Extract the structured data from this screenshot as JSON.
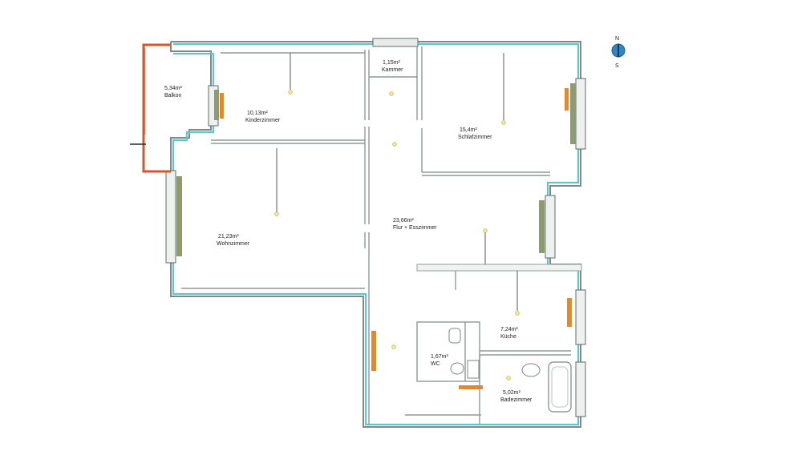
{
  "compass": {
    "north": "N",
    "south": "S"
  },
  "rooms": [
    {
      "id": "balkon",
      "area": "5,34m²",
      "name": "Balkon"
    },
    {
      "id": "kinderzimmer",
      "area": "10,13m²",
      "name": "Kinderzimmer"
    },
    {
      "id": "kammer",
      "area": "1,15m²",
      "name": "Kammer"
    },
    {
      "id": "schlafzimmer",
      "area": "15,4m²",
      "name": "Schlafzimmer"
    },
    {
      "id": "wohnzimmer",
      "area": "21,23m²",
      "name": "Wohnzimmer"
    },
    {
      "id": "flur",
      "area": "23,66m²",
      "name": "Flur + Esszimmer"
    },
    {
      "id": "kueche",
      "area": "7,24m²",
      "name": "Küche"
    },
    {
      "id": "wc",
      "area": "1,67m²",
      "name": "WC"
    },
    {
      "id": "bad",
      "area": "5,02m²",
      "name": "Badezimmer"
    }
  ],
  "colors": {
    "outer_wall": "#7d8a86",
    "window_glass": "#63c4cb",
    "balcony_rail": "#cf5a2e",
    "heater": "#e0892f",
    "curtain": "#8d9a72"
  }
}
